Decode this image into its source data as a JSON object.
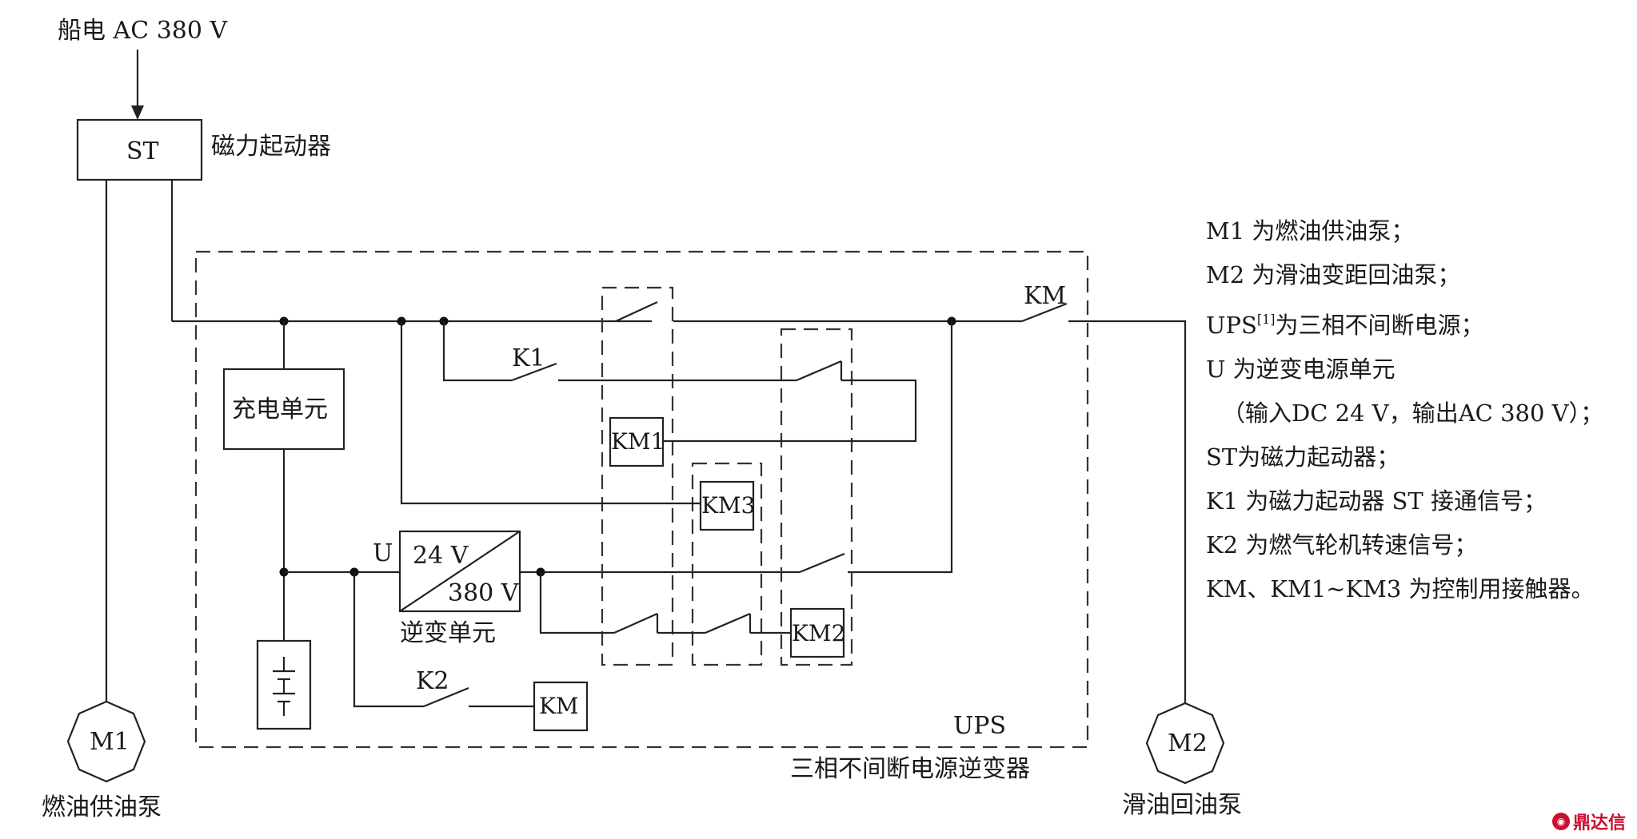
{
  "labels": {
    "source": "船电 AC 380 V",
    "st": "ST",
    "starter": "磁力起动器",
    "charger": "充电单元",
    "u": "U",
    "inv_in": "24 V",
    "inv_out": "380 V",
    "inverter_unit": "逆变单元",
    "km1": "KM1",
    "km2": "KM2",
    "km3": "KM3",
    "km_box": "KM",
    "km_switch": "KM",
    "k1": "K1",
    "k2": "K2",
    "ups": "UPS",
    "ups_caption": "三相不间断电源逆变器",
    "m1": "M1",
    "m1_caption": "燃油供油泵",
    "m2": "M2",
    "m2_caption": "滑油回油泵"
  },
  "legend": {
    "items": [
      "M1 为燃油供油泵；",
      "M2 为滑油变距回油泵；",
      "UPS",
      "[1]",
      "为三相不间断电源；",
      "U 为逆变电源单元",
      "（输入DC 24 V，输出AC 380 V）；",
      "ST为磁力起动器；",
      "K1 为磁力起动器 ST 接通信号；",
      "K2 为燃气轮机转速信号；",
      "KM、KM1~KM3 为控制用接触器。"
    ]
  },
  "watermark": {
    "text": "鼎达信",
    "color": "#c8102e"
  }
}
